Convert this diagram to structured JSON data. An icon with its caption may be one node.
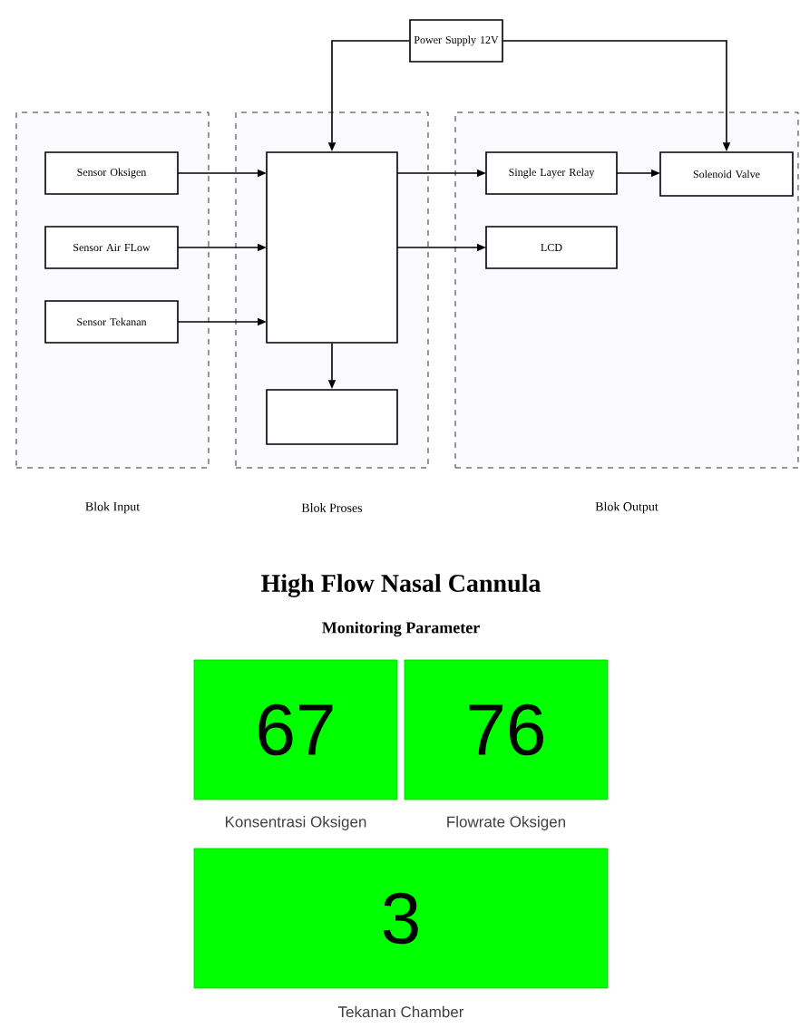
{
  "diagram": {
    "title": "High Flow Nasal Cannula",
    "nodes": [
      {
        "text": [
          "Blok Input"
        ]
      },
      {
        "text": [
          "Blok Proses"
        ]
      },
      {
        "text": [
          "Blok Output"
        ]
      },
      {
        "text": [
          "Power Supply 12V"
        ]
      },
      {
        "text": [
          "Sensor Oksigen"
        ],
        "in": 0
      },
      {
        "text": [
          "Sensor Air FLow"
        ],
        "in": 0
      },
      {
        "text": [
          "Sensor Tekanan"
        ],
        "in": 0
      },
      {
        "text": [],
        "shape": "box",
        "in": 1
      },
      {
        "text": [],
        "shape": "box",
        "in": 1
      },
      {
        "text": [
          "Single Layer Relay"
        ],
        "in": 2
      },
      {
        "text": [
          "Solenoid Valve"
        ],
        "in": 2
      },
      {
        "text": [
          "LCD"
        ],
        "in": 2
      },
      {
        "text": [
          "67",
          "Konsentrasi Oksigen"
        ]
      },
      {
        "text": [
          "76",
          "Flowrate Oksigen"
        ]
      },
      {
        "text": [
          "3",
          "Tekanan Chamber"
        ]
      }
    ],
    "edges": [
      {
        "from": 3,
        "to": 7,
        "arrow": "to"
      },
      {
        "from": 3,
        "to": 10,
        "arrow": "to"
      },
      {
        "from": 4,
        "to": 7,
        "arrow": "to"
      },
      {
        "from": 5,
        "to": 7,
        "arrow": "to"
      },
      {
        "from": 6,
        "to": 7,
        "arrow": "to"
      },
      {
        "from": 7,
        "to": 9,
        "arrow": "to"
      },
      {
        "from": 7,
        "to": 11,
        "arrow": "to"
      },
      {
        "from": 7,
        "to": 8,
        "arrow": "to"
      },
      {
        "from": 9,
        "to": 10,
        "arrow": "to"
      }
    ],
    "labels": [
      "Monitoring Parameter"
    ]
  }
}
